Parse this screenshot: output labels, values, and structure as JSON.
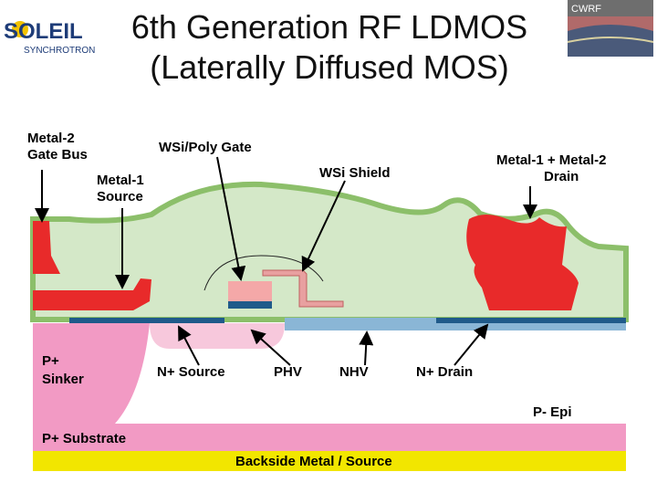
{
  "logo_left": {
    "text_main": "SOLEIL",
    "text_sub": "SYNCHROTRON"
  },
  "logo_right": {
    "text": "CWRF"
  },
  "title": {
    "line1": "6th Generation RF LDMOS",
    "line2": "(Laterally Diffused MOS)"
  },
  "labels": {
    "metal2_gate_bus_1": "Metal-2",
    "metal2_gate_bus_2": "Gate Bus",
    "metal1_source_1": "Metal-1",
    "metal1_source_2": "Source",
    "wsi_poly_gate": "WSi/Poly Gate",
    "wsi_shield": "WSi Shield",
    "drain_metal_1": "Metal-1 + Metal-2",
    "drain_metal_2": "Drain",
    "p_sinker_1": "P+",
    "p_sinker_2": "Sinker",
    "n_source": "N+ Source",
    "phv": "PHV",
    "nhv": "NHV",
    "n_drain": "N+ Drain",
    "p_epi": "P- Epi",
    "p_substrate": "P+ Substrate",
    "backside": "Backside Metal / Source"
  },
  "colors": {
    "oxide": "#d4e8c8",
    "oxide_outline": "#8cbf6a",
    "metal": "#e82a2a",
    "p_plus": "#f29ac4",
    "phv": "#f7c8dc",
    "nhv": "#8ab6d6",
    "n_plus": "#1f5a8a",
    "backside": "#f2e600",
    "gate": "#f4a8a8"
  }
}
